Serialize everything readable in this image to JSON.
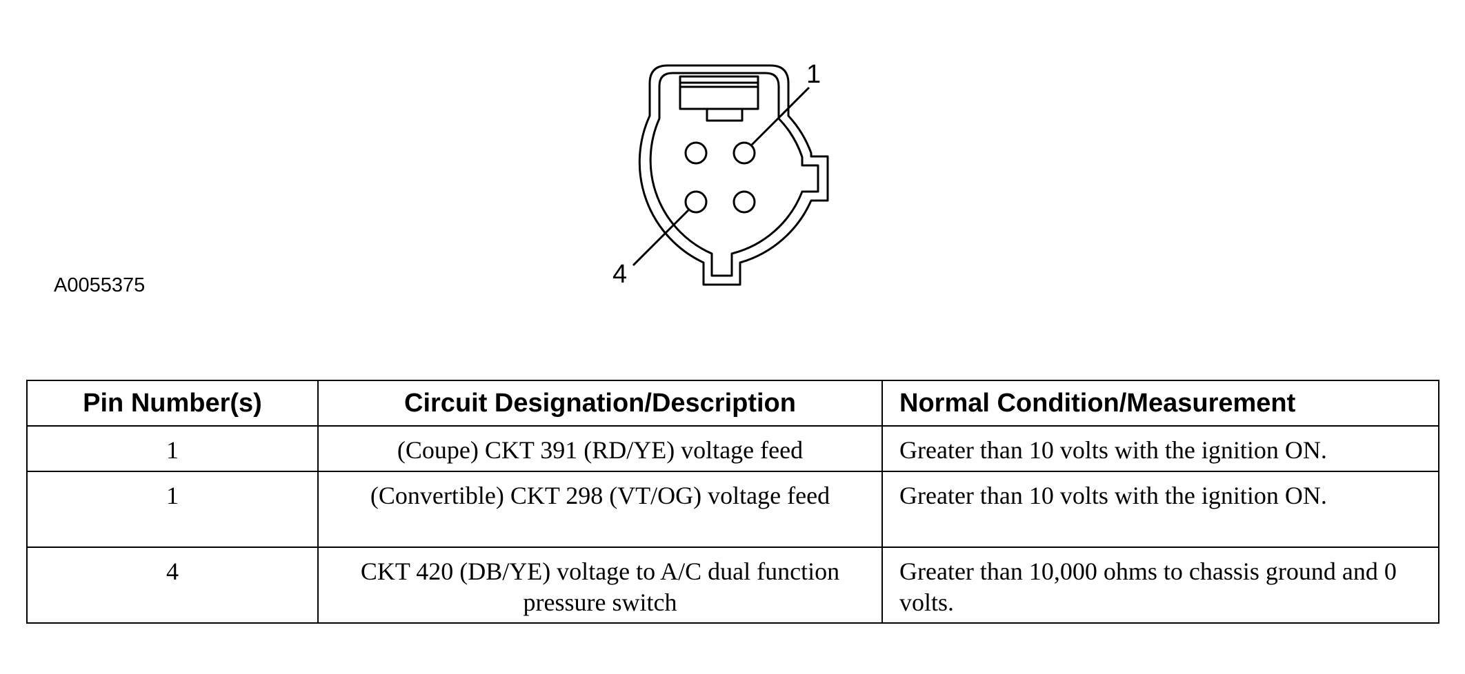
{
  "figure": {
    "id": "A0055375",
    "pin_callouts": [
      "1",
      "4"
    ]
  },
  "table": {
    "headers": [
      "Pin Number(s)",
      "Circuit Designation/Description",
      "Normal Condition/Measurement"
    ],
    "rows": [
      {
        "pin": "1",
        "circuit": "(Coupe) CKT 391 (RD/YE) voltage feed",
        "condition": "Greater than 10 volts with the ignition ON."
      },
      {
        "pin": "1",
        "circuit": "(Convertible) CKT 298 (VT/OG) voltage feed",
        "condition": "Greater than 10 volts with the ignition ON."
      },
      {
        "pin": "4",
        "circuit": "CKT 420 (DB/YE) voltage to A/C dual function pressure switch",
        "condition": "Greater than 10,000 ohms to chassis ground and 0 volts."
      }
    ]
  }
}
